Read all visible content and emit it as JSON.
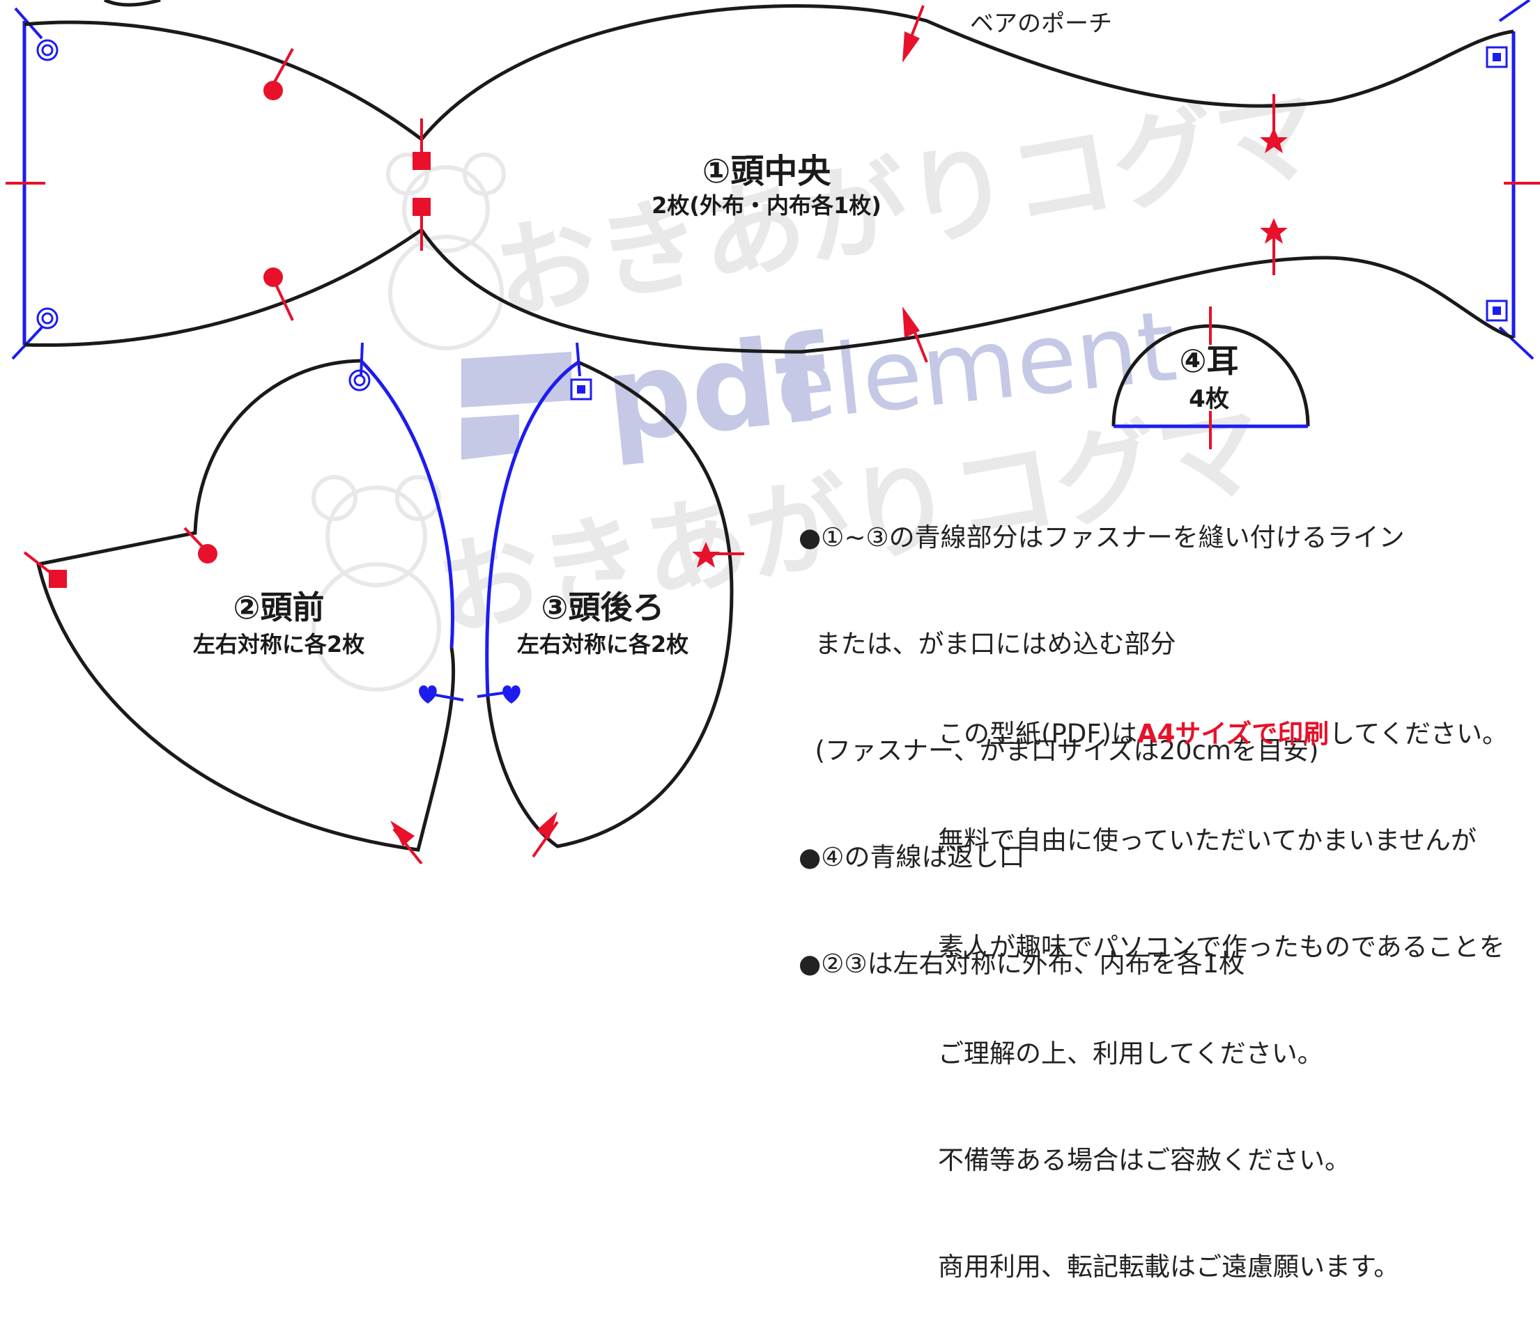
{
  "title_top": "ベアのポーチ",
  "watermark": {
    "brand_a": "pdf",
    "brand_b": "element",
    "faint_text": "おきあがりコグマ"
  },
  "pieces": {
    "head_center": {
      "name": "①頭中央",
      "count": "2枚(外布・内布各1枚)"
    },
    "head_front": {
      "name": "②頭前",
      "count": "左右対称に各2枚"
    },
    "head_back": {
      "name": "③頭後ろ",
      "count": "左右対称に各2枚"
    },
    "ear": {
      "name": "④耳",
      "count": "4枚"
    }
  },
  "notes": [
    "●①~③の青線部分はファスナーを縫い付けるライン",
    "  または、がま口にはめ込む部分",
    "  (ファスナー、がま口サイズは20cmを目安)",
    "●④の青線は返し口",
    "●②③は左右対称に外布、内布を各1枚"
  ],
  "notice": {
    "line1_pre": "この型紙(PDF)は",
    "line1_red": "A4サイズで印刷",
    "line1_post": "してください。",
    "lines": [
      "無料で自由に使っていただいてかまいませんが",
      "素人が趣味でパソコンで作ったものであることを",
      "ご理解の上、利用してください。",
      "不備等ある場合はご容赦ください。",
      "商用利用、転記転載はご遠慮願います。"
    ]
  },
  "colors": {
    "outline": "#1a1a1a",
    "seam_blue": "#1c1cf0",
    "mark_red": "#e8102a",
    "watermark_blue": "#c5c9e6",
    "watermark_gray": "#e6e6e6"
  }
}
